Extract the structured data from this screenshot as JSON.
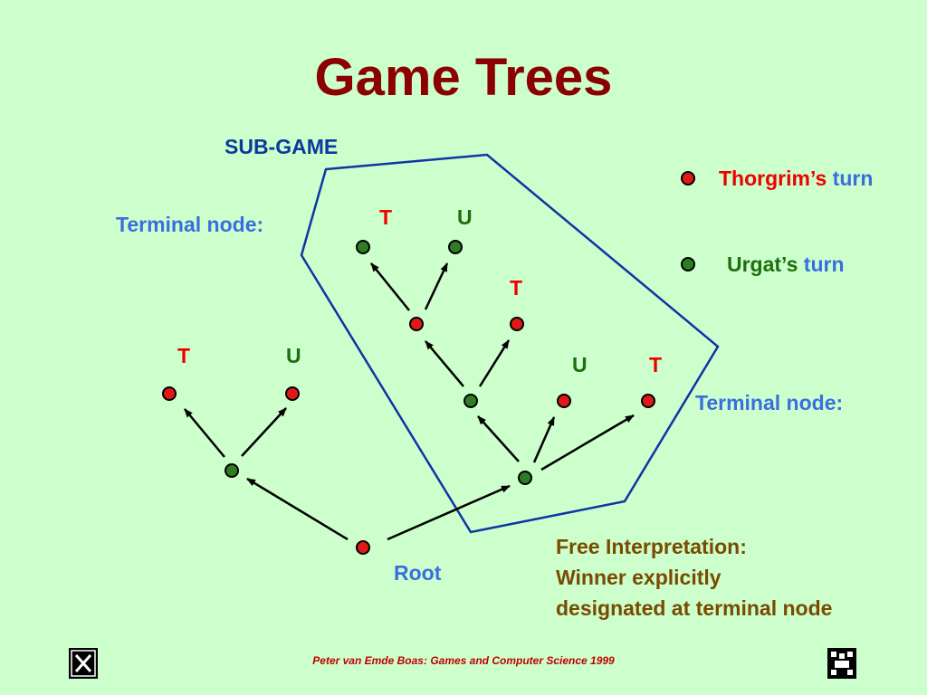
{
  "title": "Game Trees",
  "labels": {
    "subgame": "SUB-GAME",
    "terminal_left": "Terminal node:",
    "terminal_right": "Terminal node:",
    "root": "Root"
  },
  "node_markers": {
    "top_t": "T",
    "top_u": "U",
    "mid_t": "T",
    "left_t": "T",
    "left_u": "U",
    "right_u": "U",
    "right_t": "T"
  },
  "legend": {
    "thorgrim_name": "Thorgrim’s",
    "thorgrim_turn": "turn",
    "urgat_name": "Urgat’s",
    "urgat_turn": "turn",
    "thorgrim_color": "#e01818",
    "urgat_color": "#2e7d22"
  },
  "note": {
    "line1": "Free Interpretation:",
    "line2": "Winner explicitly",
    "line3": "designated at terminal node"
  },
  "footer": "Peter van Emde Boas: Games and Computer Science 1999",
  "colors": {
    "background": "#ccffcc",
    "title": "#8b0000",
    "red_node": "#e01818",
    "green_node": "#2e7d22",
    "subgame_outline": "#1034a6"
  }
}
